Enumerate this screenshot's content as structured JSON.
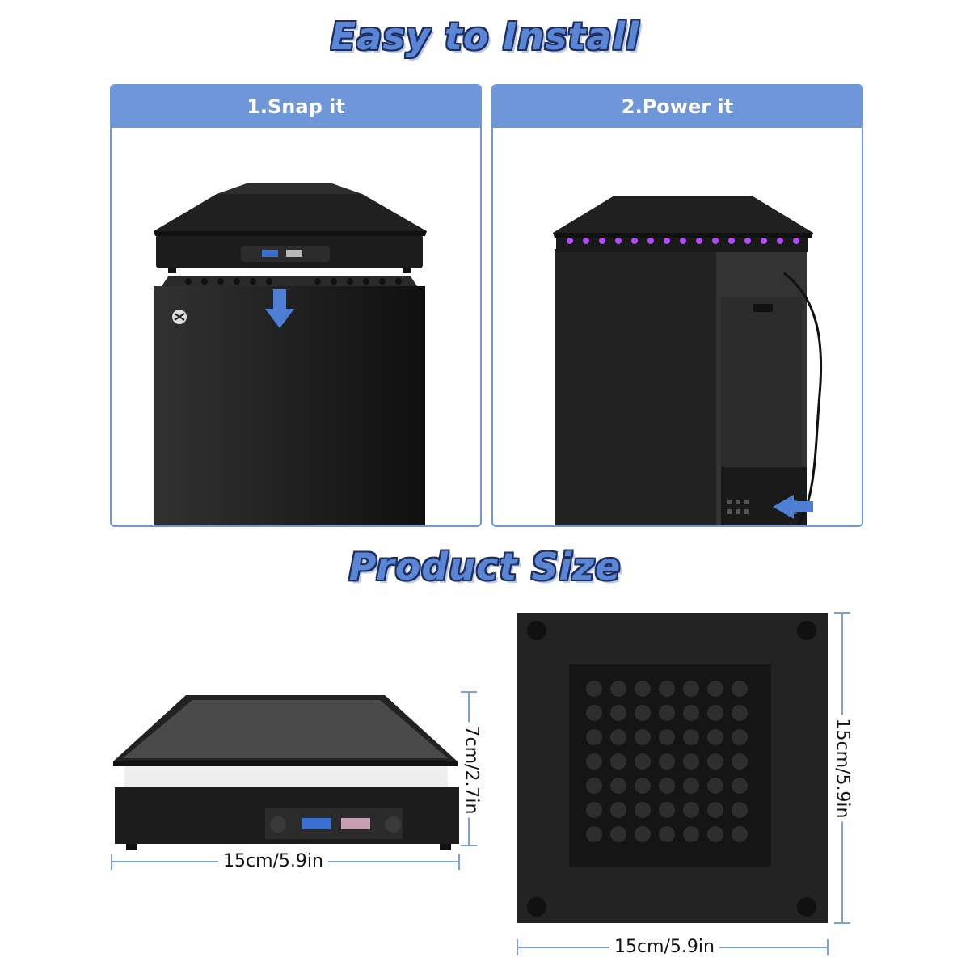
{
  "headings": {
    "install": "Easy to Install",
    "size": "Product Size"
  },
  "steps": [
    {
      "label": "1.Snap it",
      "icon": "arrow-down-icon"
    },
    {
      "label": "2.Power it",
      "icon": "arrow-left-icon"
    }
  ],
  "dimensions": {
    "side_width": "15cm/5.9in",
    "side_height": "7cm/2.7in",
    "bottom_height": "15cm/5.9in",
    "bottom_width": "15cm/5.9in"
  },
  "colors": {
    "accent": "#6e96d8",
    "product": "#1c1c1c",
    "led": "#b04cff"
  }
}
